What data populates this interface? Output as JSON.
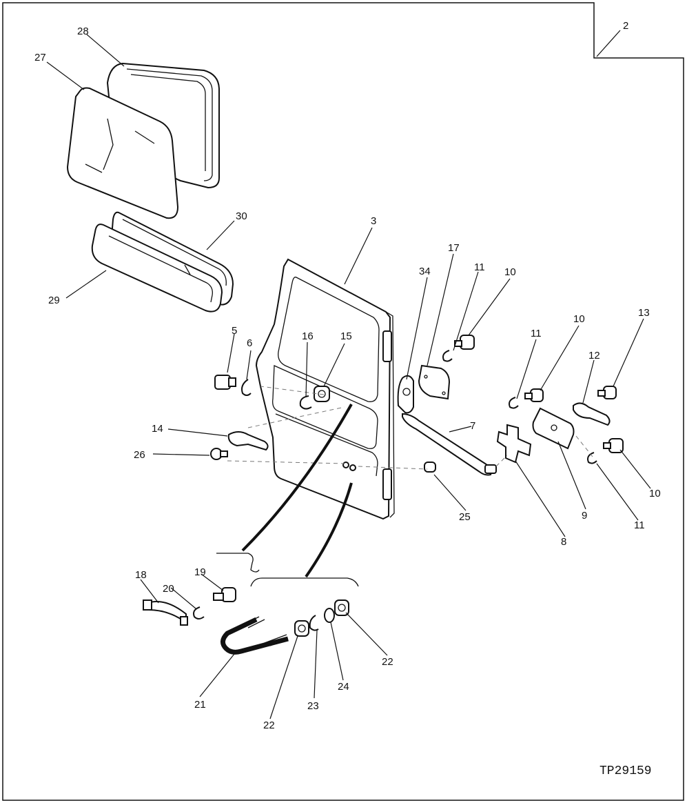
{
  "figure_id": "TP29159",
  "callouts": {
    "c2": "2",
    "c3": "3",
    "c5": "5",
    "c6": "6",
    "c7": "7",
    "c8": "8",
    "c9": "9",
    "c10a": "10",
    "c10b": "10",
    "c10c": "10",
    "c11a": "11",
    "c11b": "11",
    "c11c": "11",
    "c12": "12",
    "c13": "13",
    "c14": "14",
    "c15": "15",
    "c16": "16",
    "c17": "17",
    "c18": "18",
    "c19": "19",
    "c20": "20",
    "c21": "21",
    "c22a": "22",
    "c22b": "22",
    "c23": "23",
    "c24": "24",
    "c25": "25",
    "c26": "26",
    "c27": "27",
    "c28": "28",
    "c29": "29",
    "c30": "30",
    "c34": "34"
  }
}
